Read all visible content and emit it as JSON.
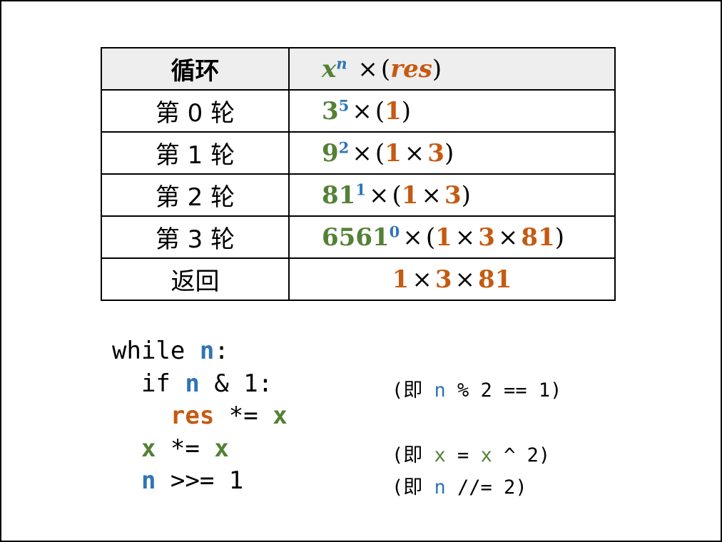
{
  "table": {
    "header": {
      "col1": "循环",
      "col2": {
        "base": "x",
        "exp": "n",
        "times": "×",
        "lp": "(",
        "acc": "res",
        "rp": ")"
      }
    },
    "rows": [
      {
        "label": "第 0 轮",
        "base": "3",
        "exp": "5",
        "acc": [
          "1"
        ]
      },
      {
        "label": "第 1 轮",
        "base": "9",
        "exp": "2",
        "acc": [
          "1",
          "3"
        ]
      },
      {
        "label": "第 2 轮",
        "base": "81",
        "exp": "1",
        "acc": [
          "1",
          "3"
        ]
      },
      {
        "label": "第 3 轮",
        "base": "6561",
        "exp": "0",
        "acc": [
          "1",
          "3",
          "81"
        ]
      }
    ],
    "return_row": {
      "label": "返回",
      "acc": [
        "1",
        "3",
        "81"
      ]
    }
  },
  "code": {
    "lines": [
      {
        "indent": "",
        "parts": [
          {
            "t": "while ",
            "c": "k"
          },
          {
            "t": "n",
            "c": "b"
          },
          {
            "t": ":",
            "c": "k"
          }
        ]
      },
      {
        "indent": "  ",
        "parts": [
          {
            "t": "if ",
            "c": "k"
          },
          {
            "t": "n",
            "c": "b"
          },
          {
            "t": " & 1:",
            "c": "k"
          }
        ]
      },
      {
        "indent": "    ",
        "parts": [
          {
            "t": "res",
            "c": "o"
          },
          {
            "t": " *= ",
            "c": "k"
          },
          {
            "t": "x",
            "c": "g"
          }
        ]
      },
      {
        "indent": "  ",
        "parts": [
          {
            "t": "x",
            "c": "g"
          },
          {
            "t": " *= ",
            "c": "k"
          },
          {
            "t": "x",
            "c": "g"
          }
        ]
      },
      {
        "indent": "  ",
        "parts": [
          {
            "t": "n",
            "c": "b"
          },
          {
            "t": " >>= 1",
            "c": "k"
          }
        ]
      }
    ],
    "comments": [
      {
        "line": 1,
        "parts": [
          {
            "t": "(即 ",
            "c": "k"
          },
          {
            "t": "n",
            "c": "b"
          },
          {
            "t": " % 2 == 1)",
            "c": "k"
          }
        ]
      },
      {
        "line": 3,
        "parts": [
          {
            "t": "(即 ",
            "c": "k"
          },
          {
            "t": "x",
            "c": "g"
          },
          {
            "t": " = ",
            "c": "k"
          },
          {
            "t": "x",
            "c": "g"
          },
          {
            "t": " ^ 2)",
            "c": "k"
          }
        ]
      },
      {
        "line": 4,
        "parts": [
          {
            "t": "(即 ",
            "c": "k"
          },
          {
            "t": "n",
            "c": "b"
          },
          {
            "t": " //= 2)",
            "c": "k"
          }
        ]
      }
    ]
  },
  "colors": {
    "base": "#538135",
    "accumulator": "#c55a11",
    "exponent": "#2e75b6",
    "header_bg": "#eeeeee"
  }
}
